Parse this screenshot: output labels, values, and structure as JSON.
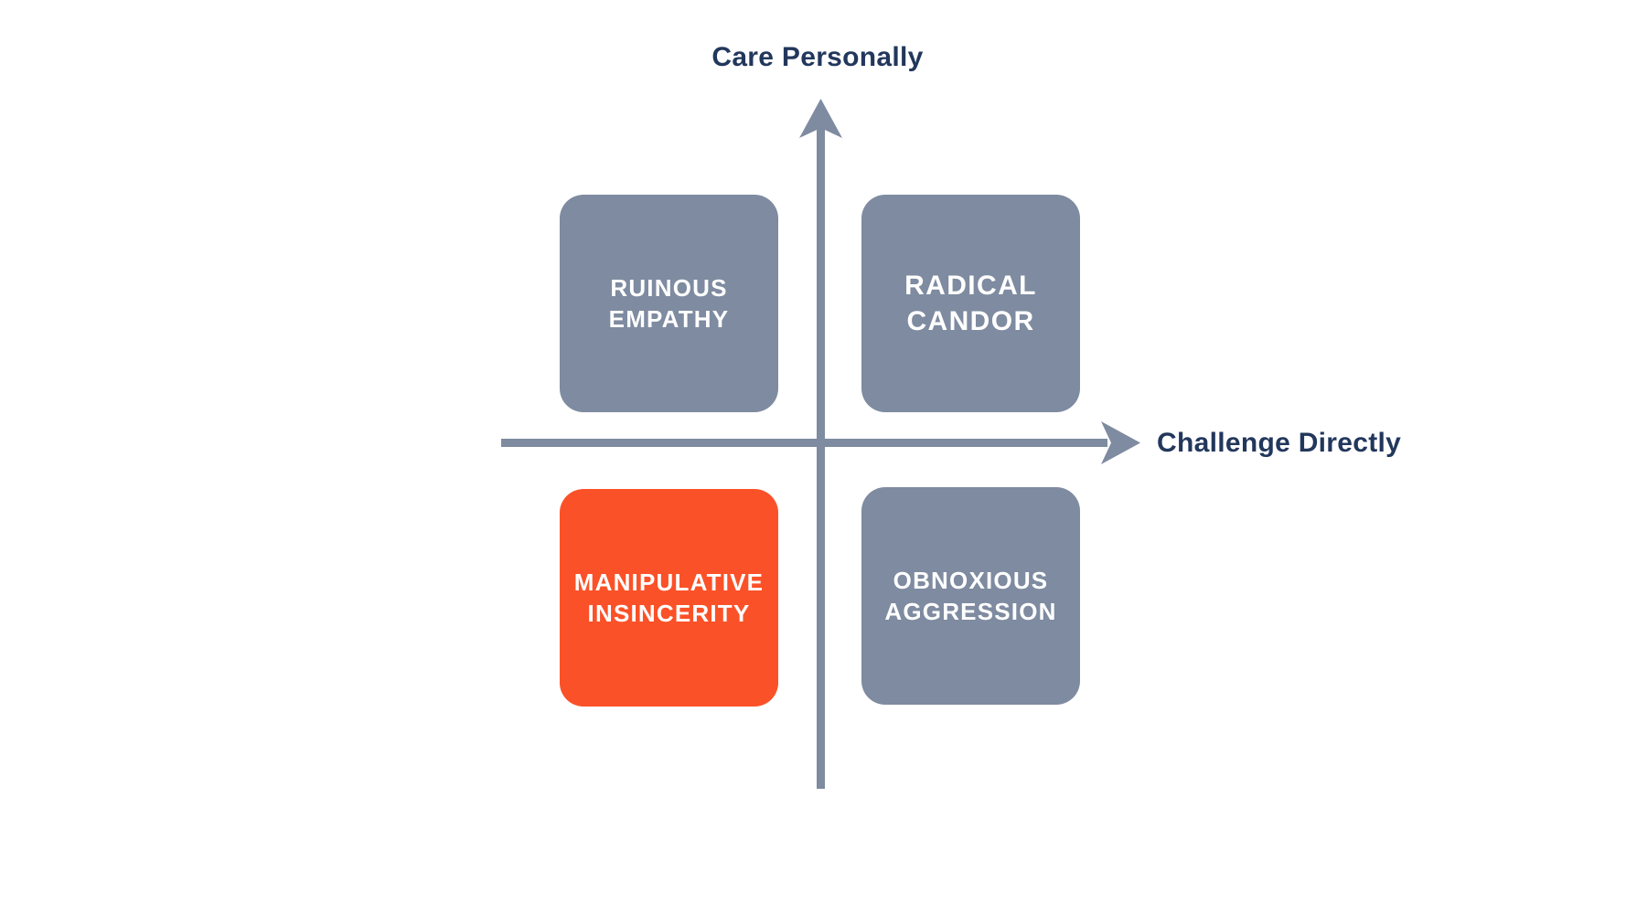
{
  "diagram": {
    "title": "Radical Candor quadrant matrix",
    "y_axis_label": "Care Personally",
    "x_axis_label": "Challenge Directly",
    "quadrants": [
      {
        "position": "top-left",
        "lines": [
          "RUINOUS",
          "EMPATHY"
        ],
        "highlighted": false
      },
      {
        "position": "top-right",
        "lines": [
          "RADICAL",
          "CANDOR"
        ],
        "highlighted": false
      },
      {
        "position": "bottom-left",
        "lines": [
          "MANIPULATIVE",
          "INSINCERITY"
        ],
        "highlighted": true
      },
      {
        "position": "bottom-right",
        "lines": [
          "OBNOXIOUS",
          "AGGRESSION"
        ],
        "highlighted": false
      }
    ]
  },
  "colors": {
    "background": "#FFFFFF",
    "quadrant_gray": "#7E8BA0",
    "quadrant_highlight_orange": "#FB5128",
    "axis_gray": "#7E8BA0",
    "axis_label_navy": "#22375C",
    "quadrant_text": "#FFFFFF"
  }
}
